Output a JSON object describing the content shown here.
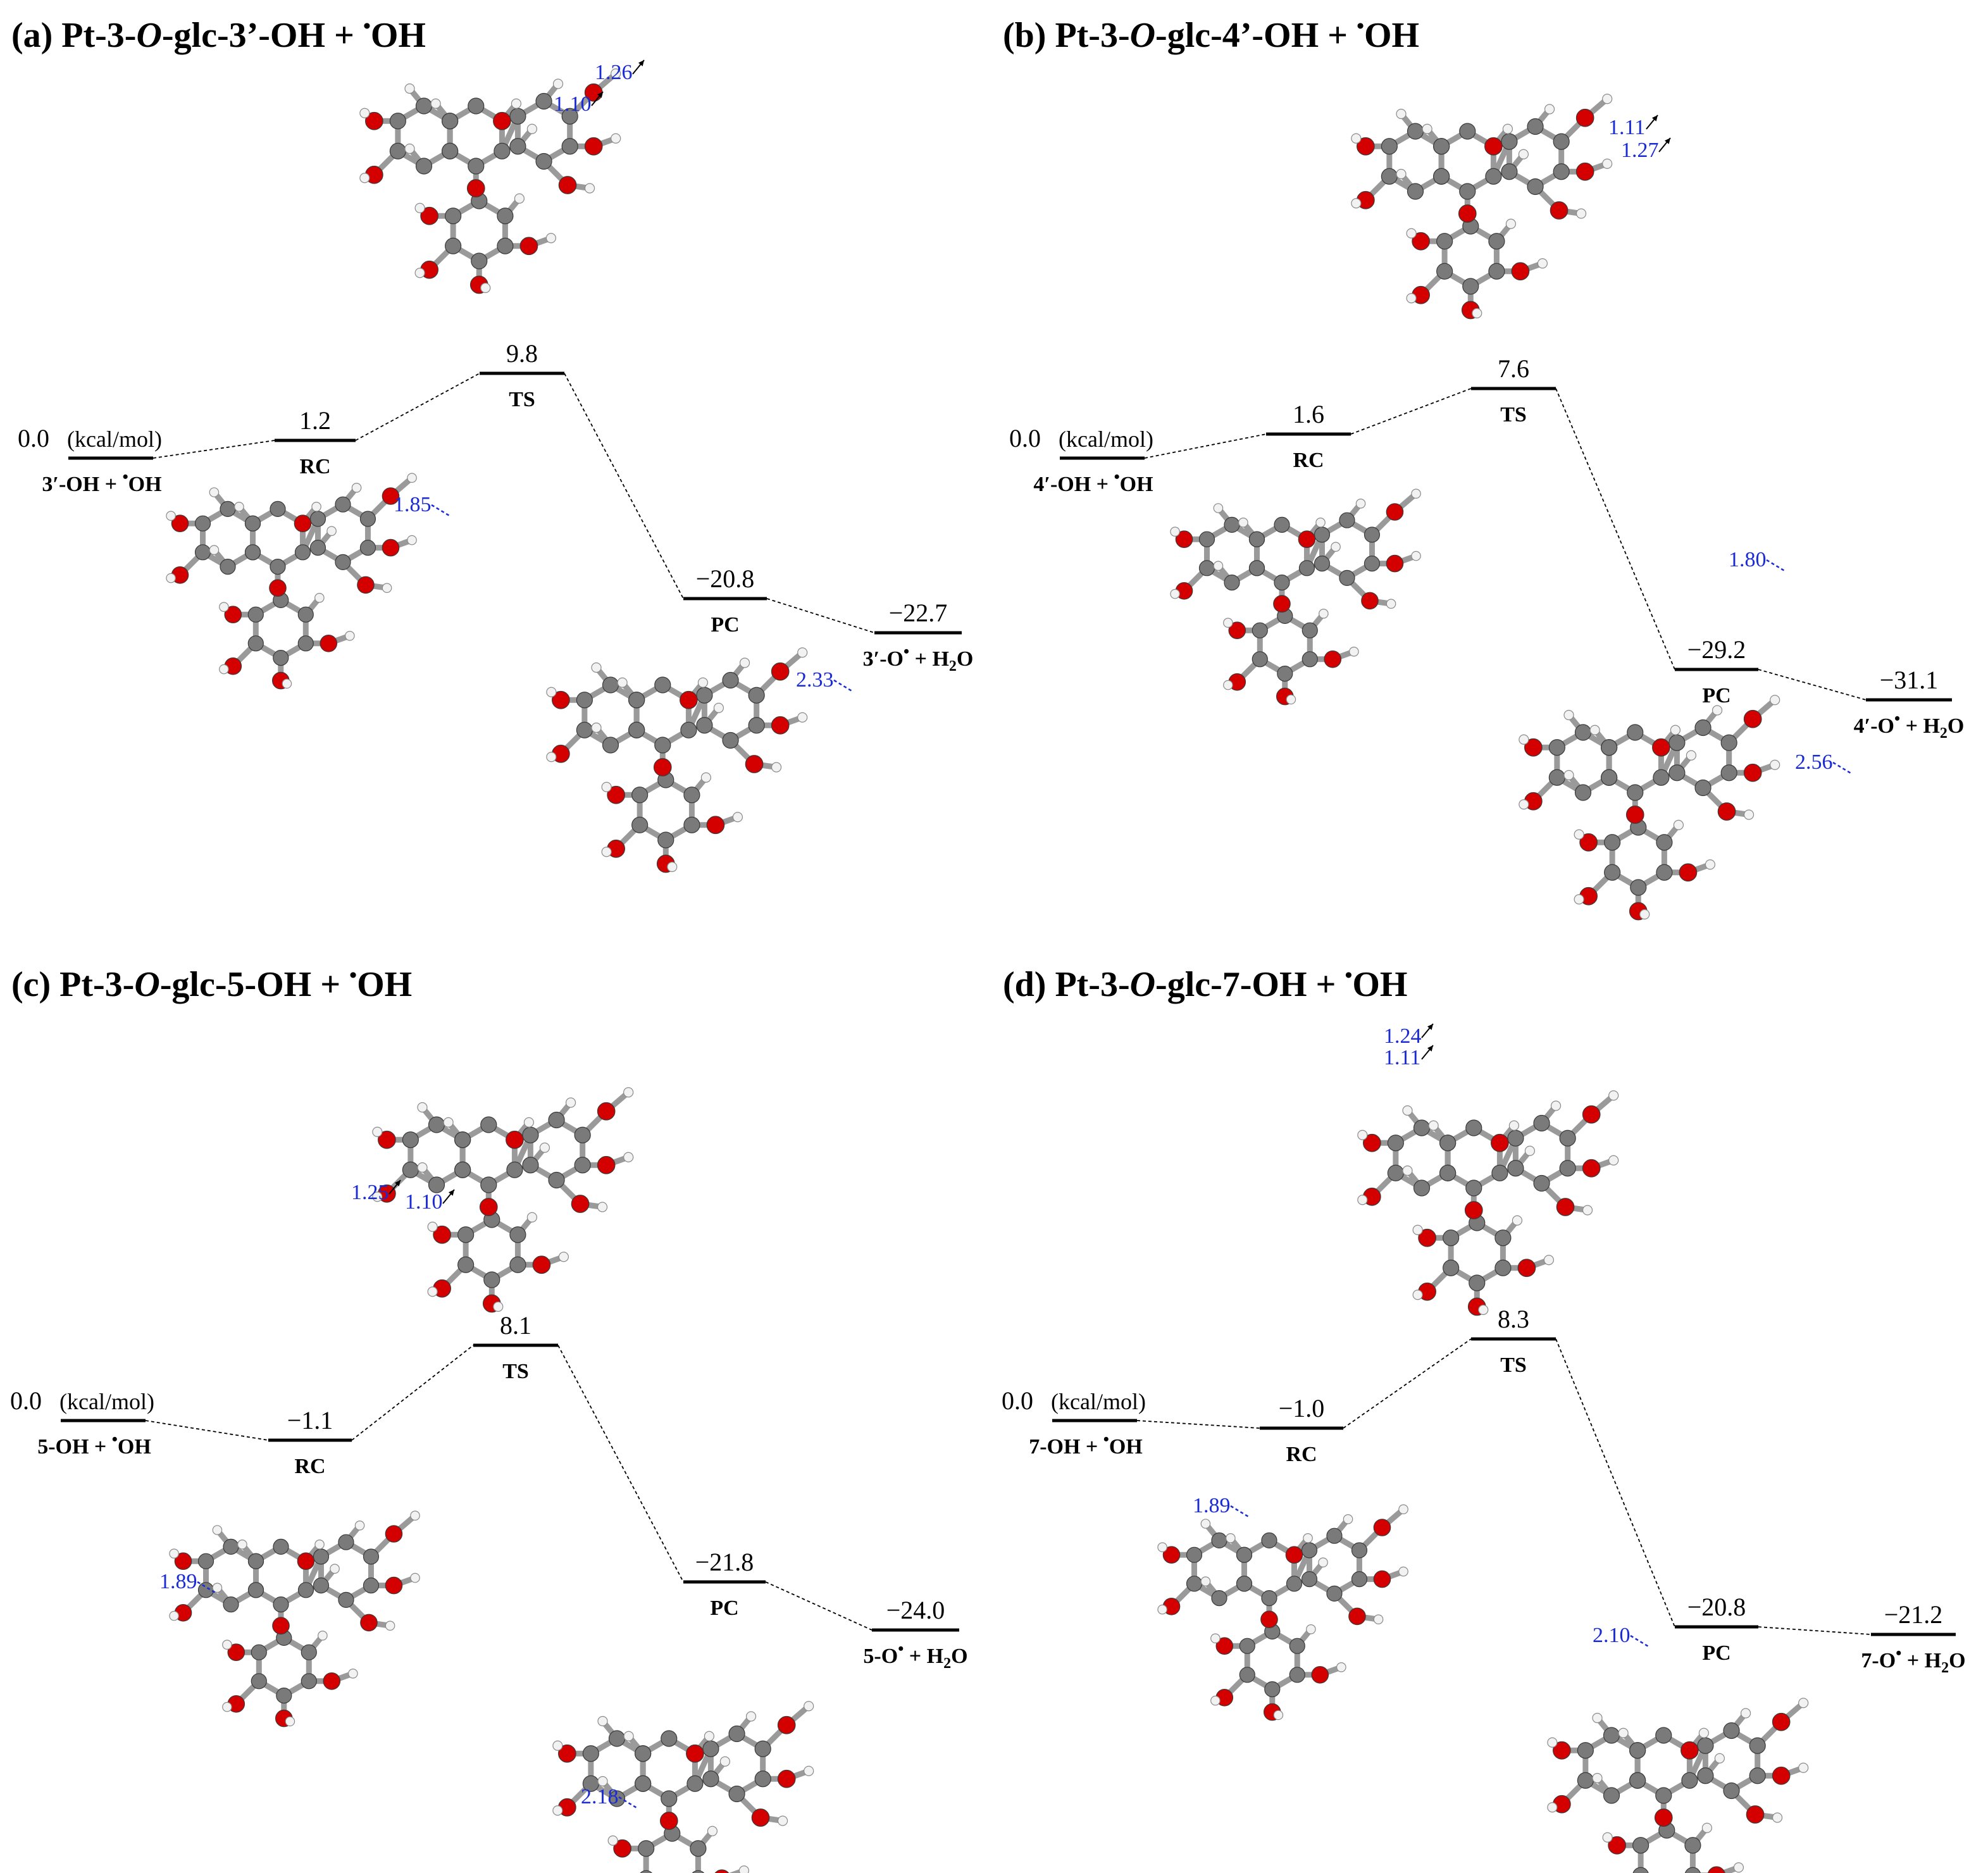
{
  "figure": {
    "unit_label": "(kcal/mol)",
    "colors": {
      "oxygen": "#d40000",
      "carbon": "#7a7a7a",
      "hydrogen": "#f2f2f2",
      "distance_text": "#1a2bd6",
      "level": "#000000"
    },
    "panels": [
      {
        "id": "a",
        "title": {
          "prefix": "(a) Pt-3-",
          "italic": "O",
          "suffix": "-glc-3’-OH + ",
          "radical": "•",
          "tail": "OH"
        },
        "states": [
          {
            "role": "reactants",
            "energy": "0.0",
            "label": "3′-OH + •OH"
          },
          {
            "role": "RC",
            "energy": "1.2",
            "label": "RC"
          },
          {
            "role": "TS",
            "energy": "9.8",
            "label": "TS"
          },
          {
            "role": "PC",
            "energy": "−20.8",
            "label": "PC"
          },
          {
            "role": "products",
            "energy": "−22.7",
            "label": "3′-O• + H2O"
          }
        ],
        "distances": {
          "TS": [
            "1.26",
            "1.10"
          ],
          "RC": [
            "1.85"
          ],
          "PC": [
            "2.33"
          ]
        }
      },
      {
        "id": "b",
        "title": {
          "prefix": "(b) Pt-3-",
          "italic": "O",
          "suffix": "-glc-4’-OH + ",
          "radical": "•",
          "tail": "OH"
        },
        "states": [
          {
            "role": "reactants",
            "energy": "0.0",
            "label": "4′-OH + •OH"
          },
          {
            "role": "RC",
            "energy": "1.6",
            "label": "RC"
          },
          {
            "role": "TS",
            "energy": "7.6",
            "label": "TS"
          },
          {
            "role": "PC",
            "energy": "−29.2",
            "label": "PC"
          },
          {
            "role": "products",
            "energy": "−31.1",
            "label": "4′-O• + H2O"
          }
        ],
        "distances": {
          "TS": [
            "1.11",
            "1.27"
          ],
          "RC": [
            "1.80"
          ],
          "PC": [
            "2.56"
          ]
        }
      },
      {
        "id": "c",
        "title": {
          "prefix": "(c) Pt-3-",
          "italic": "O",
          "suffix": "-glc-5-OH + ",
          "radical": "•",
          "tail": "OH"
        },
        "states": [
          {
            "role": "reactants",
            "energy": "0.0",
            "label": "5-OH + •OH"
          },
          {
            "role": "RC",
            "energy": "−1.1",
            "label": "RC"
          },
          {
            "role": "TS",
            "energy": "8.1",
            "label": "TS"
          },
          {
            "role": "PC",
            "energy": "−21.8",
            "label": "PC"
          },
          {
            "role": "products",
            "energy": "−24.0",
            "label": "5-O• + H2O"
          }
        ],
        "distances": {
          "TS": [
            "1.25",
            "1.10"
          ],
          "RC": [
            "1.89"
          ],
          "PC": [
            "2.18"
          ]
        }
      },
      {
        "id": "d",
        "title": {
          "prefix": "(d) Pt-3-",
          "italic": "O",
          "suffix": "-glc-7-OH + ",
          "radical": "•",
          "tail": "OH"
        },
        "states": [
          {
            "role": "reactants",
            "energy": "0.0",
            "label": "7-OH + •OH"
          },
          {
            "role": "RC",
            "energy": "−1.0",
            "label": "RC"
          },
          {
            "role": "TS",
            "energy": "8.3",
            "label": "TS"
          },
          {
            "role": "PC",
            "energy": "−20.8",
            "label": "PC"
          },
          {
            "role": "products",
            "energy": "−21.2",
            "label": "7-O• + H2O"
          }
        ],
        "distances": {
          "TS": [
            "1.24",
            "1.11"
          ],
          "RC": [
            "1.89"
          ],
          "PC": [
            "2.10"
          ]
        }
      }
    ]
  }
}
